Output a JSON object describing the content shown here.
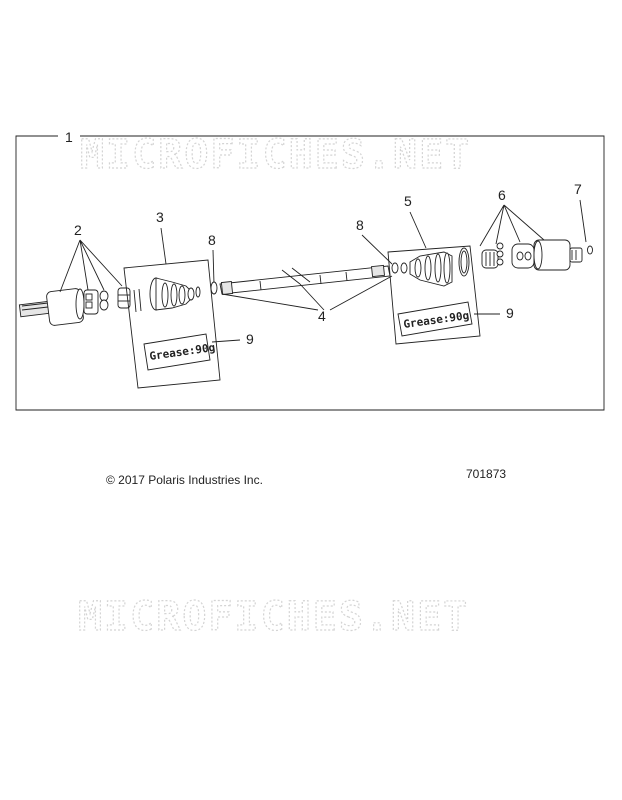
{
  "watermark": "MICROFICHES.NET",
  "callouts": {
    "c1": "1",
    "c2": "2",
    "c3": "3",
    "c4": "4",
    "c5": "5",
    "c6": "6",
    "c7": "7",
    "c8a": "8",
    "c8b": "8",
    "c9a": "9",
    "c9b": "9"
  },
  "grease_labels": {
    "left": "Grease:90g",
    "right": "Grease:90g"
  },
  "footer": {
    "copyright": "© 2017 Polaris Industries Inc.",
    "diagram_number": "701873"
  }
}
